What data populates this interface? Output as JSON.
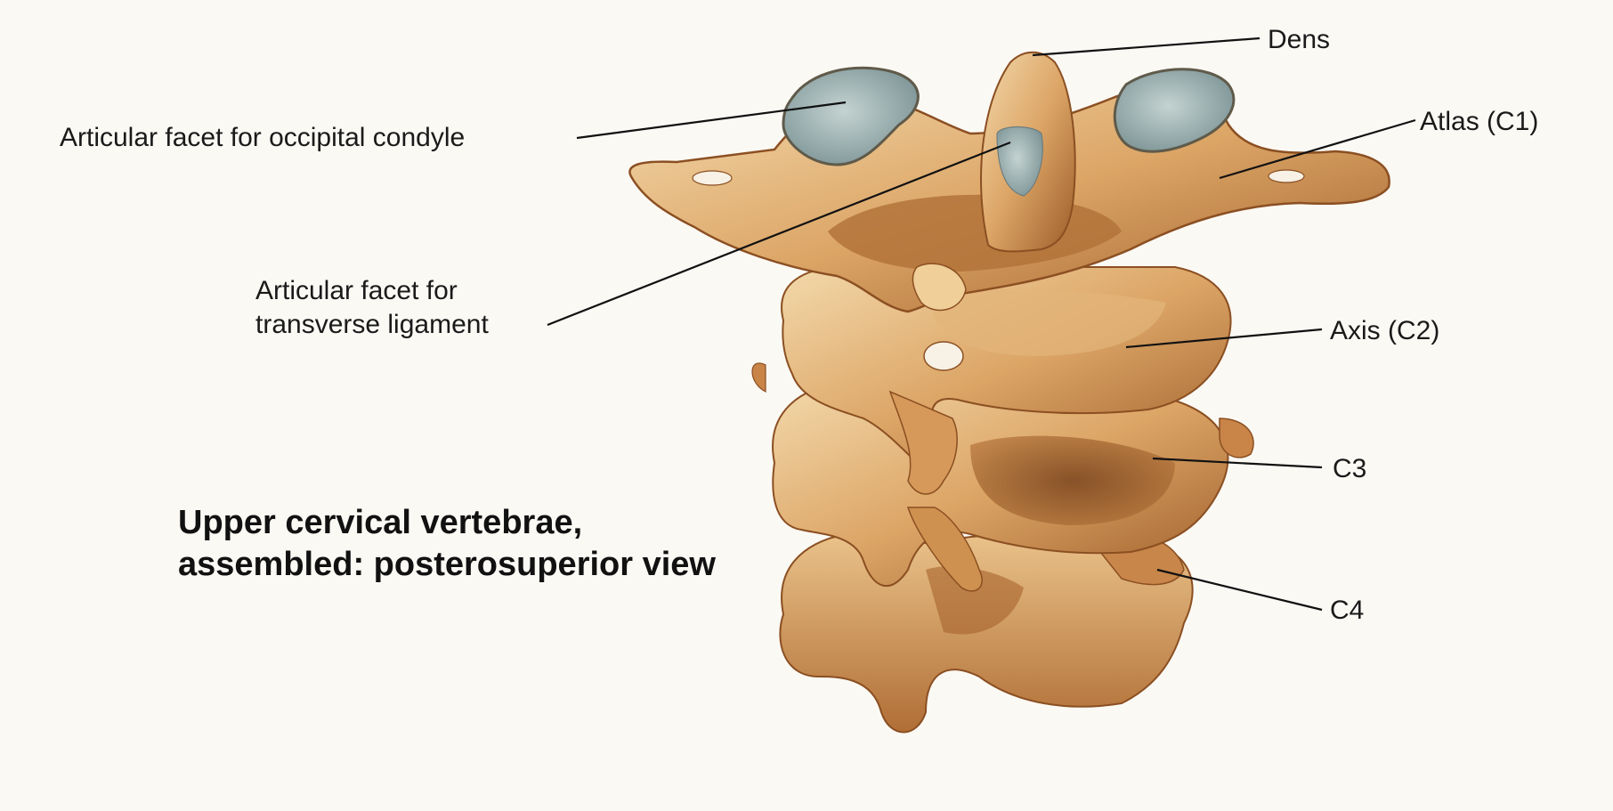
{
  "figure": {
    "title_line1": "Upper cervical vertebrae,",
    "title_line2": "assembled: posterosuperior view"
  },
  "labels": {
    "dens": "Dens",
    "atlas": "Atlas (C1)",
    "facet_occipital": "Articular facet for occipital condyle",
    "facet_transverse_line1": "Articular facet for",
    "facet_transverse_line2": "transverse ligament",
    "axis": "Axis (C2)",
    "c3": "C3",
    "c4": "C4"
  },
  "colors": {
    "background": "#fbf9f4",
    "bone_light": "#f0d2a0",
    "bone_mid": "#d9a062",
    "bone_dark": "#a8652f",
    "bone_shadow": "#7a431c",
    "facet": "#9fb3b3",
    "leader": "#111111"
  }
}
